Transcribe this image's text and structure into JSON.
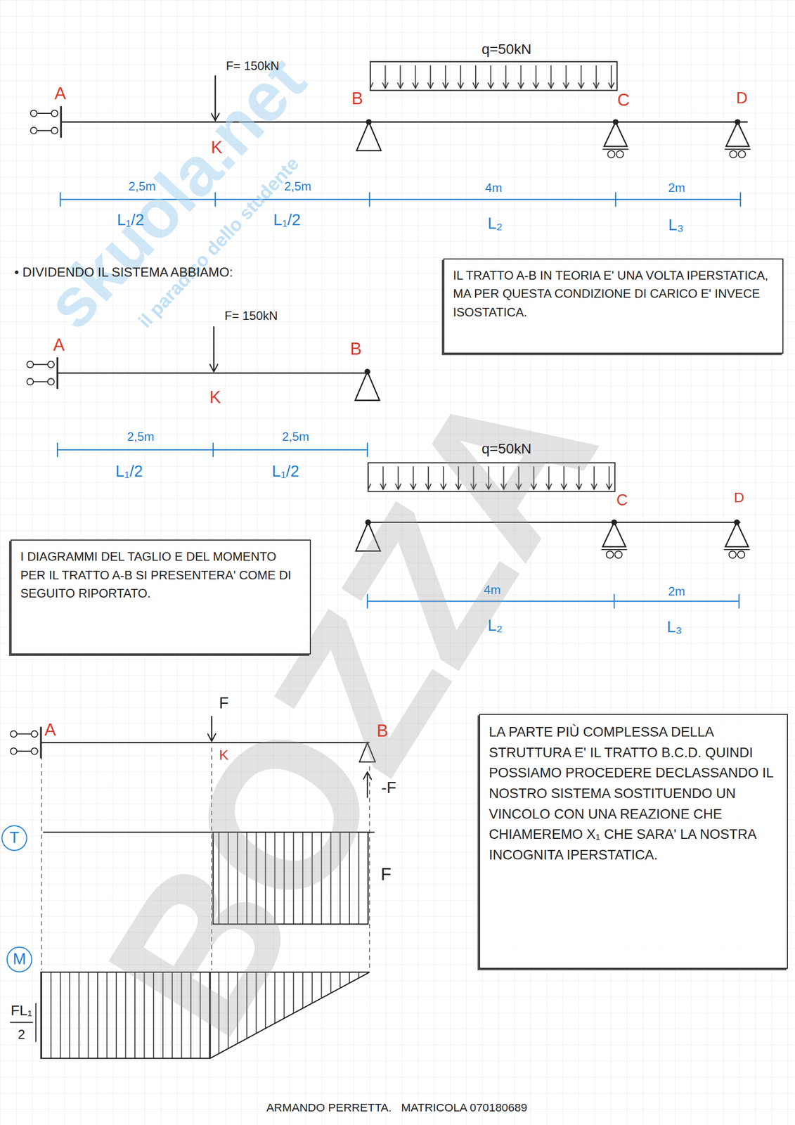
{
  "diagram": {
    "nodes": [
      {
        "text": [
          "IL TRATTO A-B IN TEORIA E' UNA VOLTA IPERSTATICA, MA PER QUESTA CONDIZIONE DI CARICO E' INVECE ISOSTATICA."
        ]
      },
      {
        "text": [
          "I DIAGRAMMI DEL TAGLIO E DEL MOMENTO PER IL TRATTO A-B SI PRESENTERA' COME DI SEGUITO RIPORTATO."
        ]
      },
      {
        "text": [
          "LA PARTE PIÙ COMPLESSA DELLA STRUTTURA E' IL TRATTO B.C.D. QUINDI POSSIAMO PROCEDERE DECLASSANDO IL NOSTRO SISTEMA SOSTITUENDO UN VINCOLO CON UNA REAZIONE CHE CHIAMEREMO X₁ CHE SARA' LA NOSTRA INCOGNITA IPERSTATICA."
        ]
      },
      {
        "text": [
          "T"
        ]
      },
      {
        "text": [
          "M"
        ]
      }
    ],
    "labels": [
      "F= 150kN",
      "q=50kN",
      "A",
      "K",
      "B",
      "C",
      "D",
      "2,5m",
      "2,5m",
      "4m",
      "2m",
      "L₁/2",
      "L₁/2",
      "L₂",
      "L₃",
      "• DIVIDENDO IL SISTEMA ABBIAMO:",
      "F= 150kN",
      "A",
      "B",
      "K",
      "2,5m",
      "2,5m",
      "L₁/2",
      "L₁/2",
      "q=50kN",
      "C",
      "D",
      "4m",
      "2m",
      "L₂",
      "L₃",
      "F",
      "A",
      "K",
      "B",
      "-F",
      "F",
      "FL₁",
      "2",
      "ARMANDO PERRETTA.   MATRICOLA 070180689",
      "skuola.net",
      "il paradiso dello studente",
      "BOZZA"
    ]
  }
}
